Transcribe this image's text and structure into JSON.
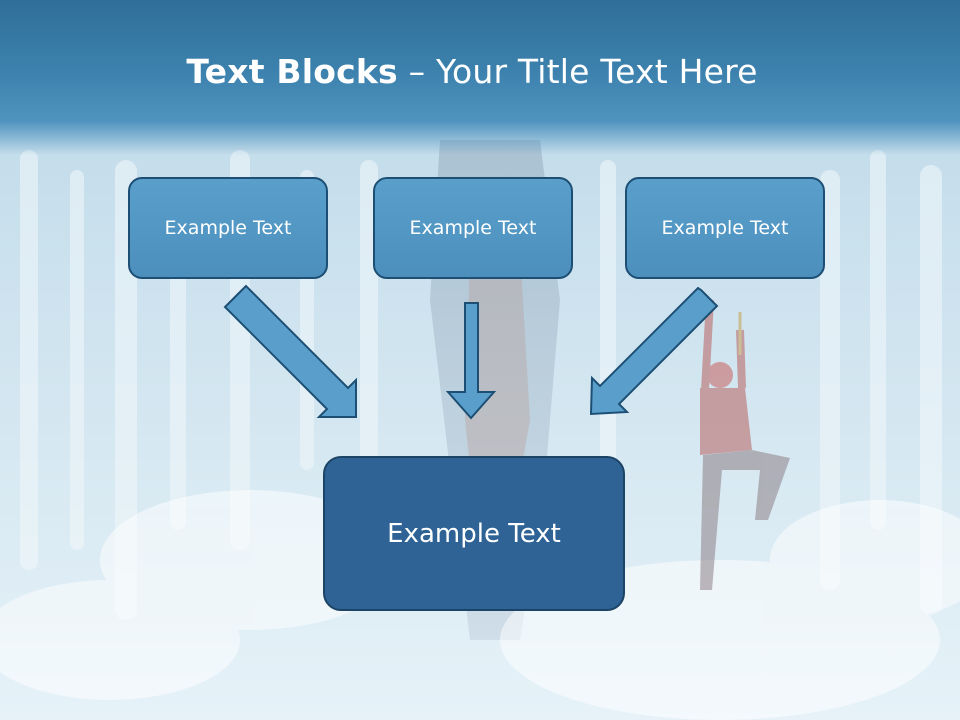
{
  "slide": {
    "title_bold": "Text Blocks",
    "title_rest": " – Your Title Text Here"
  },
  "blocks": {
    "top_left": "Example Text",
    "top_center": "Example Text",
    "top_right": "Example Text",
    "bottom": "Example Text"
  },
  "colors": {
    "title_bar": "#3c81ad",
    "small_box_fill": "#5a9fcb",
    "big_box_fill": "#2f6395",
    "border": "#1d4f74",
    "arrow_fill": "#5a9fcb"
  }
}
